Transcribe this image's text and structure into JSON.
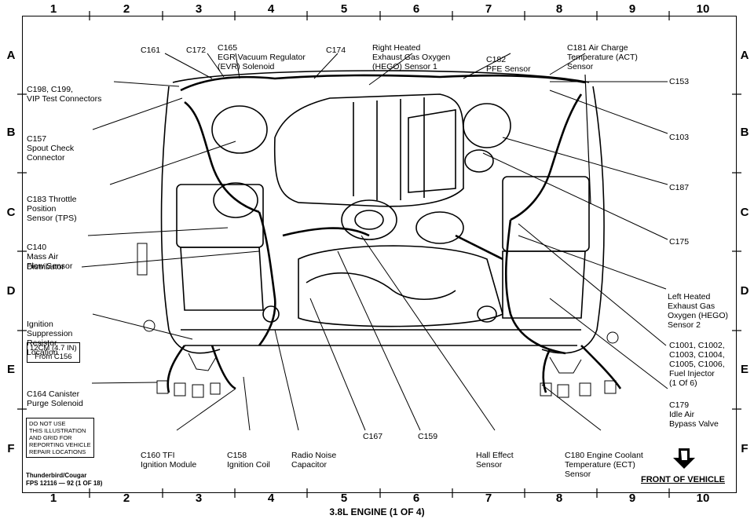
{
  "grid_columns": [
    "1",
    "2",
    "3",
    "4",
    "5",
    "6",
    "7",
    "8",
    "9",
    "10"
  ],
  "grid_rows": [
    "A",
    "B",
    "C",
    "D",
    "E",
    "F"
  ],
  "callouts": {
    "c161": "C161",
    "c172": "C172",
    "c165": [
      "C165",
      "EGR Vacuum Regulator",
      "(EVR) Solenoid"
    ],
    "c174": "C174",
    "hego1": [
      "Right Heated",
      "Exhaust Gas Oxygen",
      "(HEGO) Sensor 1"
    ],
    "c182": [
      "C182",
      "PFE Sensor"
    ],
    "c181": [
      "C181 Air Charge",
      "Temperature (ACT)",
      "Sensor"
    ],
    "c198": [
      "C198, C199,",
      "VIP Test Connectors"
    ],
    "c157": [
      "C157",
      "Spout Check",
      "Connector"
    ],
    "c183": [
      "C183 Throttle",
      "Position",
      "Sensor (TPS)"
    ],
    "c140": [
      "C140",
      "Mass Air",
      "Flow Sensor"
    ],
    "distributor": "Distributor",
    "ignition_resistor": [
      "Ignition",
      "Suppression",
      "Resistor",
      "Location"
    ],
    "c164": [
      "C164 Canister",
      "Purge Solenoid"
    ],
    "c153": "C153",
    "c103": "C103",
    "c187": "C187",
    "c175": "C175",
    "hego2": [
      "Left Heated",
      "Exhaust Gas",
      "Oxygen (HEGO)",
      "Sensor 2"
    ],
    "injectors": [
      "C1001, C1002,",
      "C1003, C1004,",
      "C1005, C1006,",
      "Fuel Injector",
      "(1 Of 6)"
    ],
    "c179": [
      "C179",
      "Idle Air",
      "Bypass Valve"
    ],
    "c160": [
      "C160 TFI",
      "Ignition Module"
    ],
    "c158": [
      "C158",
      "Ignition Coil"
    ],
    "radio": [
      "Radio Noise",
      "Capacitor"
    ],
    "c167": "C167",
    "c159": "C159",
    "hall": [
      "Hall Effect",
      "Sensor"
    ],
    "c180": [
      "C180 Engine Coolant",
      "Temperature (ECT)",
      "Sensor"
    ]
  },
  "dimension_box": [
    "12CM (4.7 IN)",
    "From C156"
  ],
  "disclaimer": [
    "DO NOT USE",
    "THIS ILLUSTRATION",
    "AND GRID FOR",
    "REPORTING VEHICLE",
    "REPAIR LOCATIONS"
  ],
  "credit": [
    "Thunderbird/Cougar",
    "FPS 12116 — 92 (1 OF 18)"
  ],
  "front_of_vehicle": "FRONT OF VEHICLE",
  "title": "3.8L ENGINE (1 OF 4)"
}
